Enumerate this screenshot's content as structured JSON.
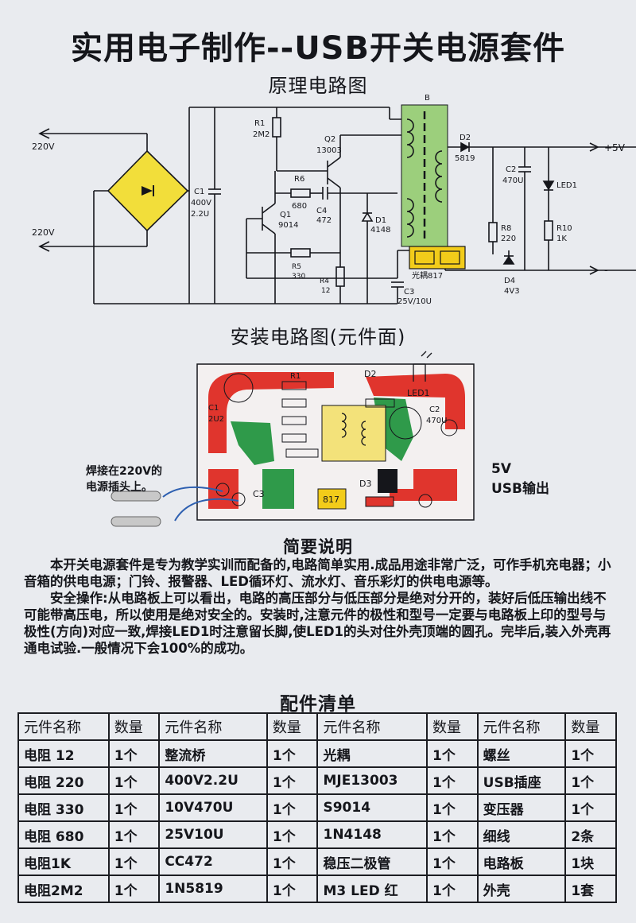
{
  "title": "实用电子制作--USB开关电源套件",
  "schematic_title": "原理电路图",
  "assembly_title": "安装电路图(元件面)",
  "description_title": "简要说明",
  "parts_title": "配件清单",
  "schematic": {
    "label_220v_top": "220V",
    "label_220v_bottom": "220V",
    "c1": "C1",
    "c1_v": "400V",
    "c1_c": "2.2U",
    "r1": "R1",
    "r1_v": "2M2",
    "q2": "Q2",
    "q2_v": "13003",
    "r6": "R6",
    "r6_v": "680",
    "c4": "C4",
    "c4_v": "472",
    "q1": "Q1",
    "q1_v": "9014",
    "d1": "D1",
    "d1_v": "4148",
    "r5": "R5",
    "r5_v": "330",
    "r4": "R4",
    "r4_v": "12",
    "c3": "C3",
    "c3_v": "25V/10U",
    "b": "B",
    "d2": "D2",
    "d2_v": "5819",
    "c2": "C2",
    "c2_v": "470U",
    "led1": "LED1",
    "plus5v": "+5V",
    "minus": "-",
    "r8": "R8",
    "r8_v": "220",
    "r10": "R10",
    "r10_v": "1K",
    "optocoupler": "光耦817",
    "d4": "D4",
    "d4_v": "4V3"
  },
  "assembly": {
    "solder_note_1": "焊接在220V的",
    "solder_note_2": "电源插头上。",
    "out_5v": "5V",
    "out_usb": "USB输出",
    "lbl_d2": "D2",
    "lbl_led1": "LED1",
    "lbl_r1": "R1",
    "lbl_c1": "C1",
    "lbl_c1v": "2U2",
    "lbl_c2": "C2",
    "lbl_c2v": "470U",
    "lbl_817": "817",
    "lbl_d3": "D3",
    "lbl_c3": "C3"
  },
  "description": [
    "本开关电源套件是专为教学实训而配备的,电路简单实用.成品用途非常广泛，可作手机充电器；小音箱的供电电源；门铃、报警器、LED循环灯、流水灯、音乐彩灯的供电电源等。",
    "安全操作:从电路板上可以看出，电路的高压部分与低压部分是绝对分开的，装好后低压输出线不可能带高压电，所以使用是绝对安全的。安装时,注意元件的极性和型号一定要与电路板上印的型号与极性(方向)对应一致,焊接LED1时注意留长脚,使LED1的头对住外壳顶端的圆孔。完毕后,装入外壳再通电试验.一般情况下会100%的成功。"
  ],
  "parts_table": {
    "headers": [
      "元件名称",
      "数量",
      "元件名称",
      "数量",
      "元件名称",
      "数量",
      "元件名称",
      "数量"
    ],
    "rows": [
      [
        "电阻 12",
        "1个",
        "整流桥",
        "1个",
        "光耦",
        "1个",
        "螺丝",
        "1个"
      ],
      [
        "电阻 220",
        "1个",
        "400V2.2U",
        "1个",
        "MJE13003",
        "1个",
        "USB插座",
        "1个"
      ],
      [
        "电阻 330",
        "1个",
        "10V470U",
        "1个",
        "S9014",
        "1个",
        "变压器",
        "1个"
      ],
      [
        "电阻 680",
        "1个",
        "25V10U",
        "1个",
        "1N4148",
        "1个",
        "细线",
        "2条"
      ],
      [
        "电阻1K",
        "1个",
        "CC472",
        "1个",
        "稳压二极管",
        "1个",
        "电路板",
        "1块"
      ],
      [
        "电阻2M2",
        "1个",
        "1N5819",
        "1个",
        "M3 LED 红",
        "1个",
        "外壳",
        "1套"
      ]
    ]
  },
  "colors": {
    "bridge_fill": "#f2de3a",
    "transformer_fill": "#9ccf7c",
    "optocoupler_fill": "#f2cc1a",
    "pcb_red": "#e0352d",
    "pcb_green": "#2f9a4a",
    "pcb_yellow": "#f3e27a"
  }
}
